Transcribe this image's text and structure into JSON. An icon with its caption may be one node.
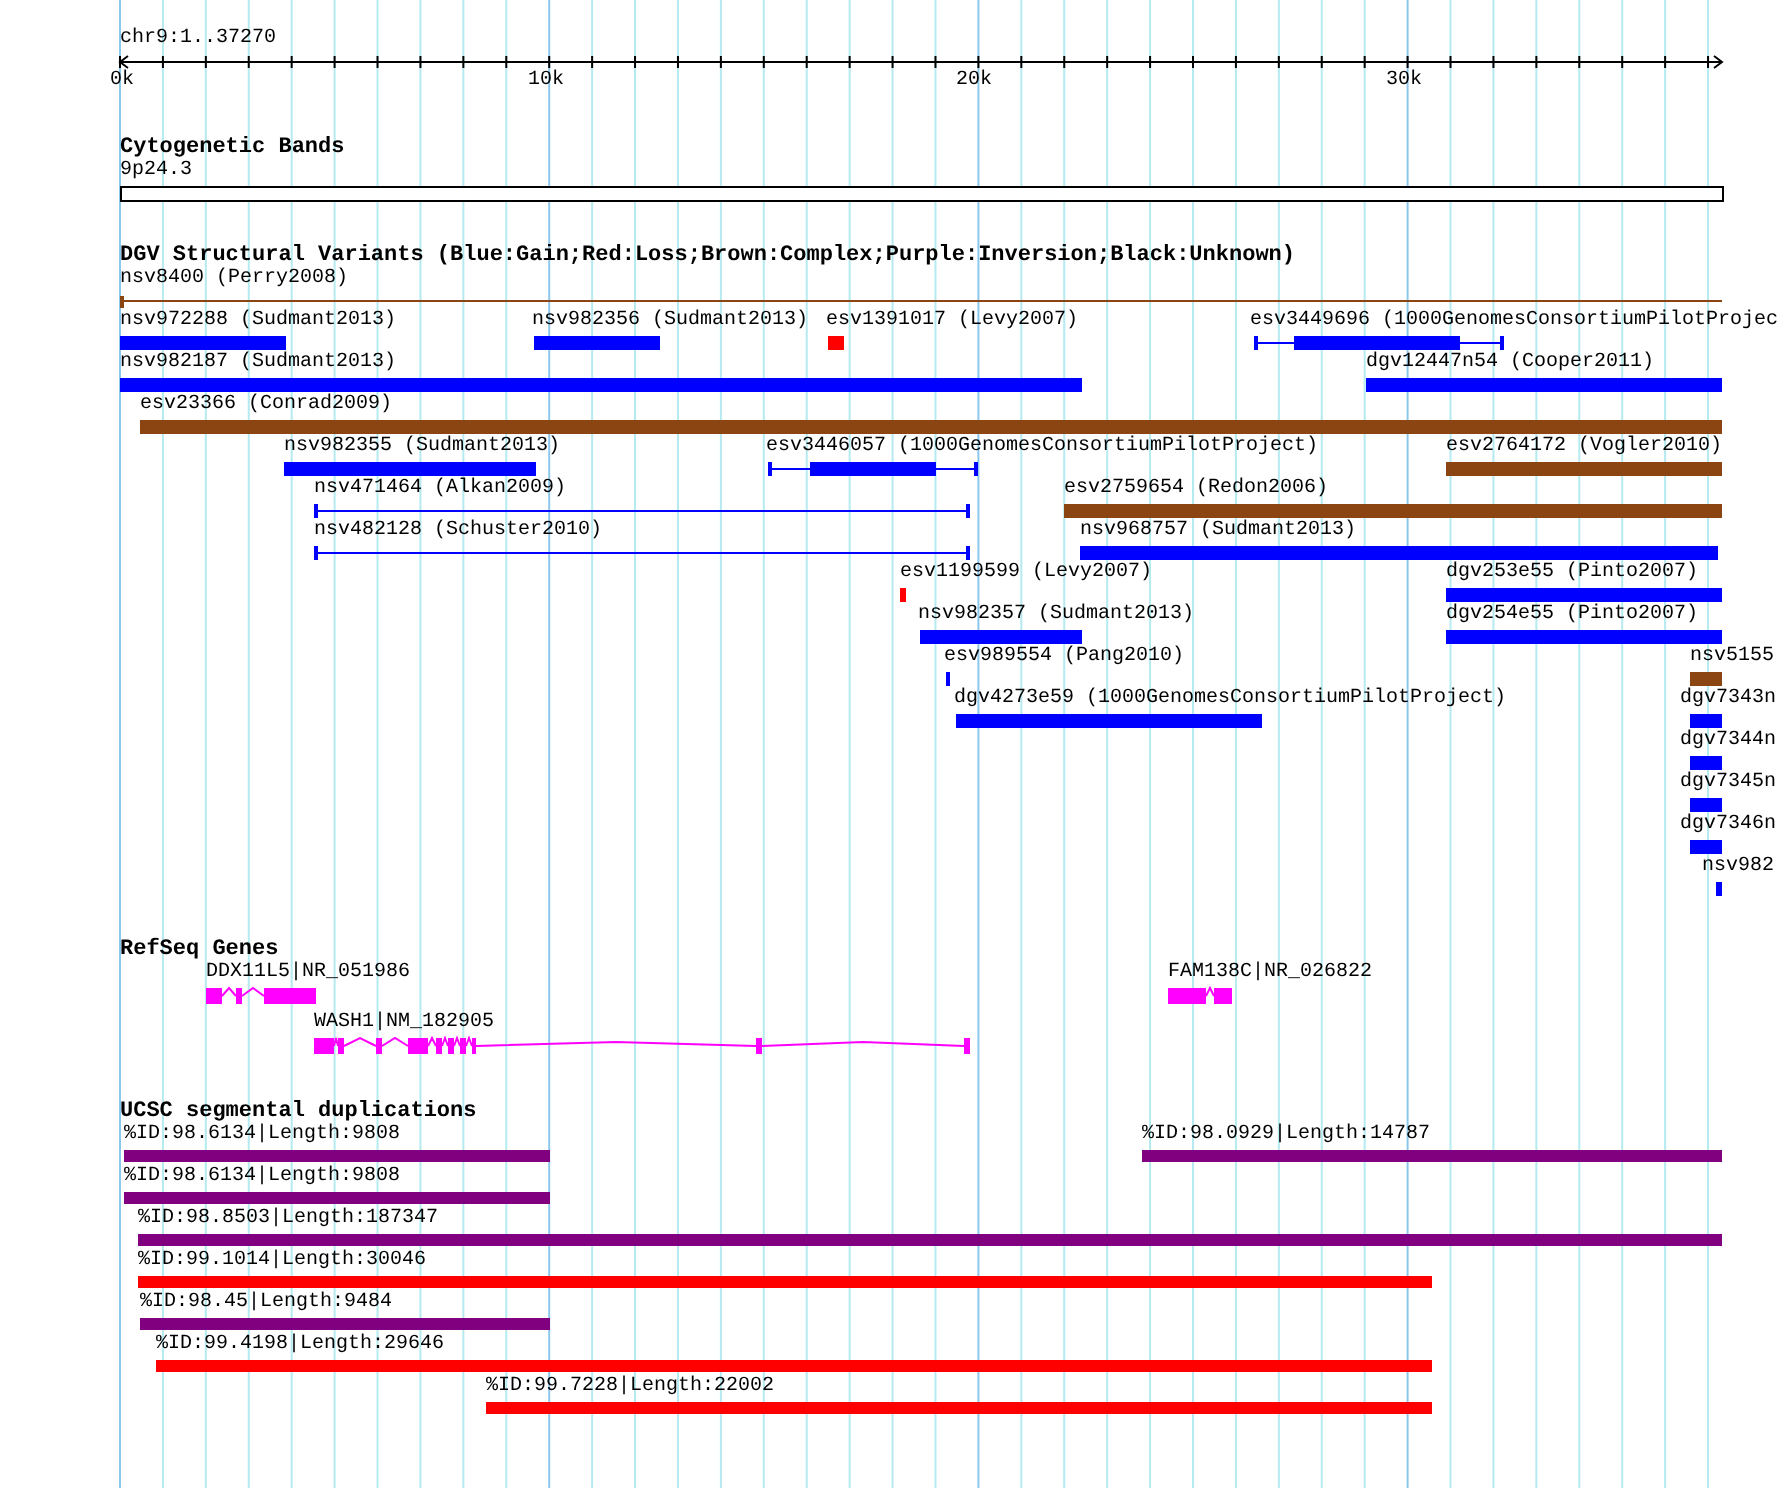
{
  "diagram": {
    "labels": [
      "chr9:1..37270",
      "0k",
      "10k",
      "20k",
      "30k",
      "Cytogenetic Bands",
      "9p24.3",
      "DGV Structural Variants (Blue:Gain;Red:Loss;Brown:Complex;Purple:Inversion;Black:Unknown)",
      "nsv8400 (Perry2008)",
      "nsv972288 (Sudmant2013)",
      "nsv982356 (Sudmant2013)",
      "esv1391017 (Levy2007)",
      "esv3449696 (1000GenomesConsortiumPilotProjec",
      "nsv982187 (Sudmant2013)",
      "dgv12447n54 (Cooper2011)",
      "esv23366 (Conrad2009)",
      "nsv982355 (Sudmant2013)",
      "esv3446057 (1000GenomesConsortiumPilotProject)",
      "esv2764172 (Vogler2010)",
      "nsv471464 (Alkan2009)",
      "esv2759654 (Redon2006)",
      "nsv482128 (Schuster2010)",
      "nsv968757 (Sudmant2013)",
      "esv1199599 (Levy2007)",
      "dgv253e55 (Pinto2007)",
      "nsv982357 (Sudmant2013)",
      "dgv254e55 (Pinto2007)",
      "esv989554 (Pang2010)",
      "nsv5155",
      "dgv4273e59 (1000GenomesConsortiumPilotProject)",
      "dgv7343n",
      "dgv7344n",
      "dgv7345n",
      "dgv7346n",
      "nsv982",
      "RefSeq Genes",
      "DDX11L5|NR_051986",
      "FAM138C|NR_026822",
      "WASH1|NM_182905",
      "UCSC segmental duplications",
      "%ID:98.6134|Length:9808",
      "%ID:98.0929|Length:14787",
      "%ID:98.6134|Length:9808",
      "%ID:98.8503|Length:187347",
      "%ID:99.1014|Length:30046",
      "%ID:98.45|Length:9484",
      "%ID:99.4198|Length:29646",
      "%ID:99.7228|Length:22002"
    ]
  }
}
